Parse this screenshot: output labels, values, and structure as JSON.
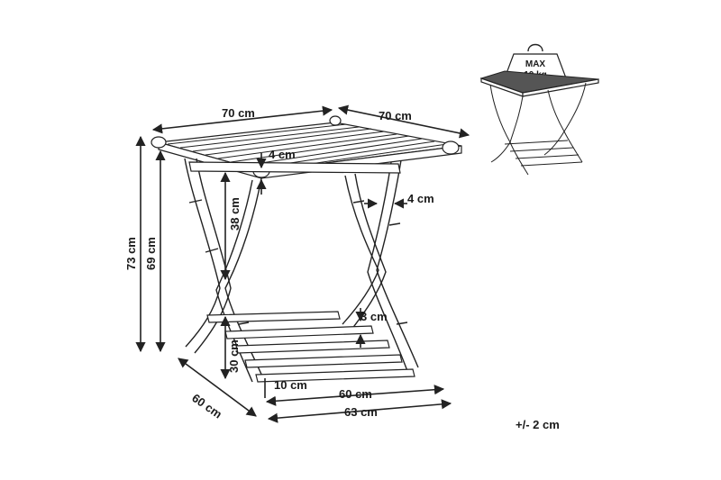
{
  "dimensions": {
    "top_width": "70 cm",
    "top_depth": "70 cm",
    "total_height": "73 cm",
    "frame_height": "69 cm",
    "upper_leg_height": "38 cm",
    "lower_height": "30 cm",
    "top_thickness": "4 cm",
    "leg_diameter": "4 cm",
    "slat_thickness": "3 cm",
    "foot_gap": "10 cm",
    "base_depth": "60 cm",
    "base_inner_width": "60 cm",
    "base_outer_width": "63 cm"
  },
  "load": {
    "line1": "MAX",
    "line2": "10 kg"
  },
  "tolerance": "+/- 2 cm",
  "icons": {
    "weight": "weight-icon",
    "arrow": "dimension-arrow-icon"
  },
  "colors": {
    "line": "#222222",
    "background": "#ffffff"
  }
}
